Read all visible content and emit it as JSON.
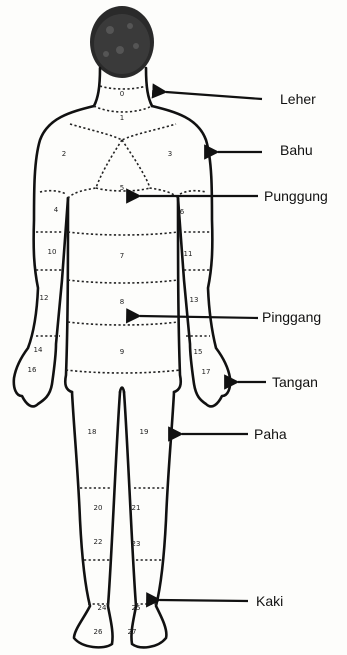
{
  "labels": {
    "leher": "Leher",
    "bahu": "Bahu",
    "punggung": "Punggung",
    "pinggang": "Pinggang",
    "tangan": "Tangan",
    "paha": "Paha",
    "kaki": "Kaki"
  },
  "segments": {
    "s0": "0",
    "s1": "1",
    "s2": "2",
    "s3": "3",
    "s4": "4",
    "s5": "5",
    "s6": "6",
    "s7": "7",
    "s8": "8",
    "s9": "9",
    "s10": "10",
    "s11": "11",
    "s12": "12",
    "s13": "13",
    "s14": "14",
    "s15": "15",
    "s16": "16",
    "s17": "17",
    "s18": "18",
    "s19": "19",
    "s20": "20",
    "s21": "21",
    "s22": "22",
    "s23": "23",
    "s24": "24",
    "s25": "25",
    "s26": "26",
    "s27": "27"
  }
}
